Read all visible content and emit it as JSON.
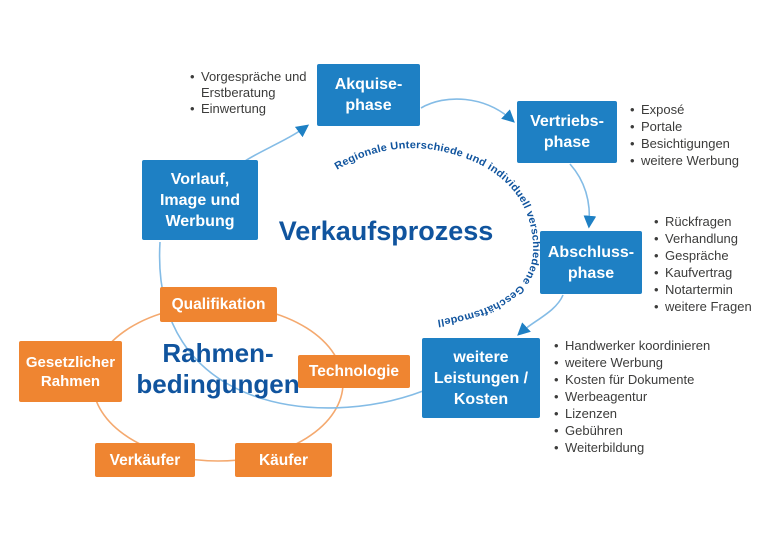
{
  "titles": {
    "process": "Verkaufsprozess",
    "framework": "Rahmen-\nbedingungen"
  },
  "curved_label": "Regionale Unterschiede und individuell verschiedene Geschäftsmodelle",
  "process_boxes": {
    "vorlauf": "Vorlauf,\nImage und\nWerbung",
    "akquise": "Akquise-\nphase",
    "vertrieb": "Vertriebs-\nphase",
    "abschluss": "Abschluss-\nphase",
    "leistungen": "weitere\nLeistungen /\nKosten"
  },
  "framework_boxes": {
    "qualifikation": "Qualifikation",
    "technologie": "Technologie",
    "gesetzlich": "Gesetzlicher\nRahmen",
    "verkaeufer": "Verkäufer",
    "kaeufer": "Käufer"
  },
  "notes": {
    "akquise": [
      "Vorgespräche und Erstberatung",
      "Einwertung"
    ],
    "vertrieb": [
      "Exposé",
      "Portale",
      "Besichtigungen",
      "weitere Werbung"
    ],
    "abschluss": [
      "Rückfragen",
      "Verhandlung",
      "Gespräche",
      "Kaufvertrag",
      "Notartermin",
      "weitere Fragen"
    ],
    "leistungen": [
      "Handwerker koordinieren",
      "weitere Werbung",
      "Kosten für Dokumente",
      "Werbeagentur",
      "Lizenzen",
      "Gebühren",
      "Weiterbildung"
    ]
  },
  "colors": {
    "box_blue": "#1e80c4",
    "dark_blue": "#10549e",
    "box_orange": "#ef8531",
    "arc_blue": "#84bce6",
    "arc_orange": "#f4a96f",
    "note_text": "#3c3c3b"
  }
}
